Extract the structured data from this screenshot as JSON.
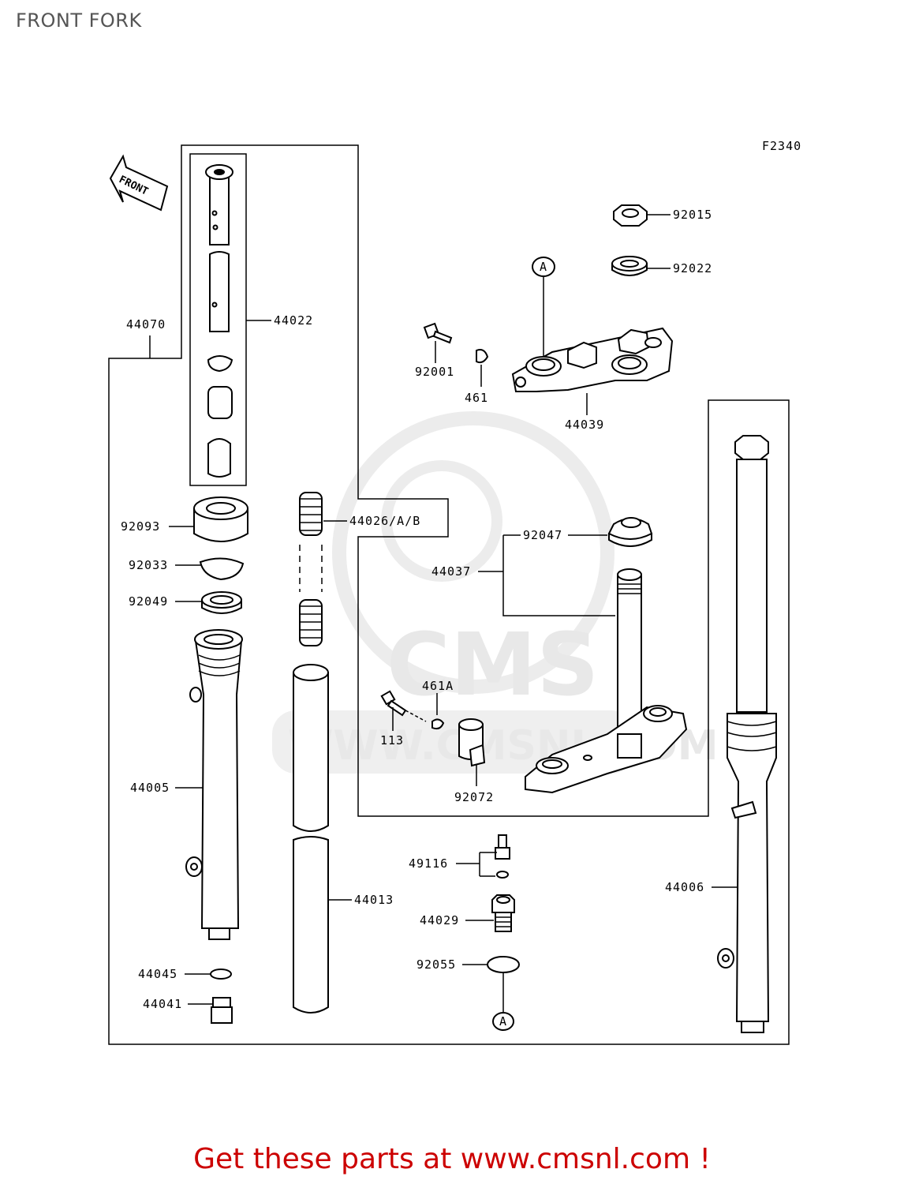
{
  "header": {
    "title": "FRONT FORK"
  },
  "diagram": {
    "figure_code": "F2340",
    "front_indicator": "FRONT",
    "reference_markers": [
      "A"
    ],
    "watermark": {
      "logo_text": "CMS",
      "url_text": "WWW.CMSNL.COM"
    },
    "parts": [
      {
        "id": "p44070",
        "number": "44070"
      },
      {
        "id": "p44022",
        "number": "44022"
      },
      {
        "id": "p92093",
        "number": "92093"
      },
      {
        "id": "p92033",
        "number": "92033"
      },
      {
        "id": "p92049",
        "number": "92049"
      },
      {
        "id": "p44005",
        "number": "44005"
      },
      {
        "id": "p44045",
        "number": "44045"
      },
      {
        "id": "p44041",
        "number": "44041"
      },
      {
        "id": "p44026",
        "number": "44026/A/B"
      },
      {
        "id": "p44013",
        "number": "44013"
      },
      {
        "id": "p92015",
        "number": "92015"
      },
      {
        "id": "p92022",
        "number": "92022"
      },
      {
        "id": "p92001",
        "number": "92001"
      },
      {
        "id": "p461",
        "number": "461"
      },
      {
        "id": "p44039",
        "number": "44039"
      },
      {
        "id": "p92047",
        "number": "92047"
      },
      {
        "id": "p44037",
        "number": "44037"
      },
      {
        "id": "p461A",
        "number": "461A"
      },
      {
        "id": "p113",
        "number": "113"
      },
      {
        "id": "p92072",
        "number": "92072"
      },
      {
        "id": "p49116",
        "number": "49116"
      },
      {
        "id": "p44029",
        "number": "44029"
      },
      {
        "id": "p92055",
        "number": "92055"
      },
      {
        "id": "p44006",
        "number": "44006"
      }
    ]
  },
  "footer": {
    "text": "Get these parts at www.cmsnl.com !",
    "color": "#cc0000"
  }
}
